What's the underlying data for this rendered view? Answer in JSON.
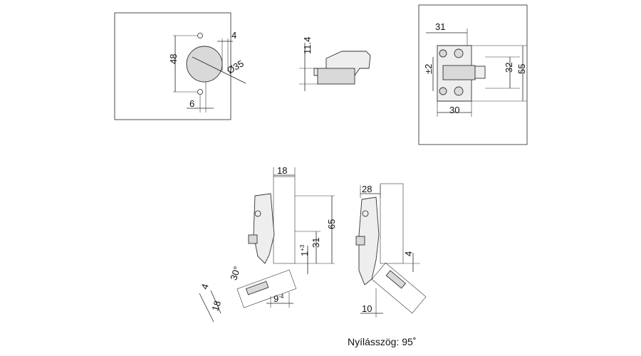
{
  "colors": {
    "door_gradient_start": "#5a8a78",
    "door_gradient_end": "#f2f5f4",
    "outline": "#222222"
  },
  "drill_view": {
    "dim_edge": "4",
    "dim_height": "48",
    "dim_diameter": "Ø35",
    "dim_offset": "6"
  },
  "side_view": {
    "dim_depth": "11.4"
  },
  "plate_view": {
    "dim_width_top": "31",
    "dim_adjust": "±2",
    "dim_width_bottom": "30",
    "dim_height_inner": "32",
    "dim_height_outer": "55"
  },
  "hinge_left": {
    "dim_panel": "18",
    "dim_height": "65",
    "dim_mid": "31",
    "dim_gap": "1",
    "dim_gap_sup": "+3",
    "dim_angle": "30°",
    "dim_door_edge": "4",
    "dim_door_thickness": "18",
    "dim_overlay": "9",
    "dim_overlay_sup": "-4"
  },
  "hinge_right": {
    "dim_depth": "28",
    "dim_edge": "4",
    "dim_clear": "10"
  },
  "caption": "Nyílásszög: 95˚"
}
